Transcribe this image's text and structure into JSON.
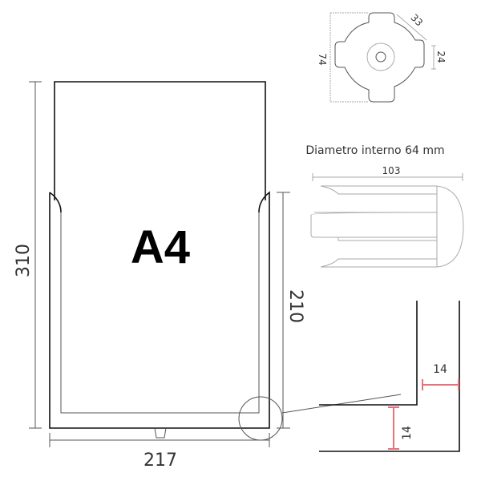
{
  "main_drawing": {
    "label": "A4",
    "height_dim": "310",
    "front_height_dim": "210",
    "width_dim": "217"
  },
  "cap_top_view": {
    "height_dim": "74",
    "diagonal_dim": "33",
    "tab_dim": "24"
  },
  "cap_side_view": {
    "caption": "Diametro interno 64 mm",
    "length_dim": "103"
  },
  "detail_view": {
    "gap_dim": "14",
    "base_dim": "14",
    "accent_color": "#e8707a"
  }
}
